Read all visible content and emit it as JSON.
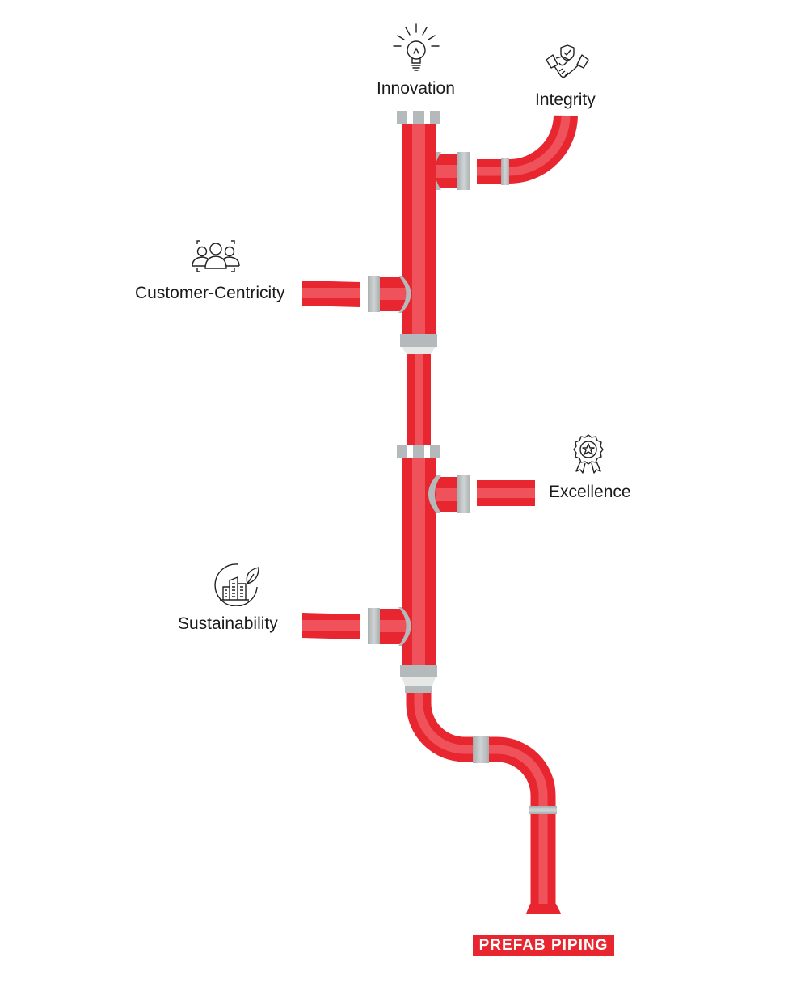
{
  "values": [
    {
      "label": "Innovation",
      "icon": "lightbulb-icon"
    },
    {
      "label": "Integrity",
      "icon": "handshake-shield-icon"
    },
    {
      "label": "Customer-Centricity",
      "icon": "people-group-icon"
    },
    {
      "label": "Excellence",
      "icon": "award-ribbon-icon"
    },
    {
      "label": "Sustainability",
      "icon": "green-city-leaf-icon"
    }
  ],
  "logo": {
    "text": "PREFAB PIPING"
  },
  "colors": {
    "pipe": "#e8262f",
    "pipe_highlight": "#ef525a",
    "band": "#b4babb",
    "band_light": "#d3d7d8"
  }
}
